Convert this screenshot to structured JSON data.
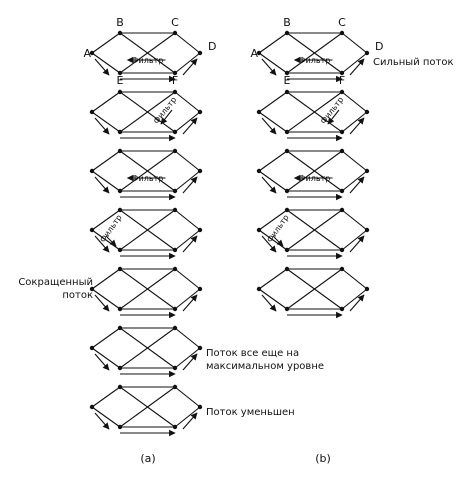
{
  "diagram": {
    "node_labels": {
      "A": "A",
      "B": "B",
      "C": "C",
      "D": "D",
      "E": "E",
      "F": "F"
    },
    "filter_label": "Фильтр",
    "filter_positions": [
      "E-F",
      "B-F",
      "E-F",
      "B-E",
      "none",
      "none",
      "none"
    ],
    "columns": [
      {
        "id": "a",
        "caption": "(a)",
        "row_count": 7,
        "annotations": [
          {
            "row": 4,
            "side": "left",
            "lines": [
              "Сокращенный",
              "поток"
            ]
          },
          {
            "row": 5,
            "side": "right",
            "lines": [
              "Поток все еще на",
              "максимальном уровне"
            ]
          },
          {
            "row": 6,
            "side": "right",
            "lines": [
              "Поток уменьшен"
            ]
          }
        ]
      },
      {
        "id": "b",
        "caption": "(b)",
        "row_count": 5,
        "annotations": [
          {
            "row": 0,
            "side": "right",
            "lines": [
              "Сильный поток"
            ]
          }
        ]
      }
    ]
  }
}
